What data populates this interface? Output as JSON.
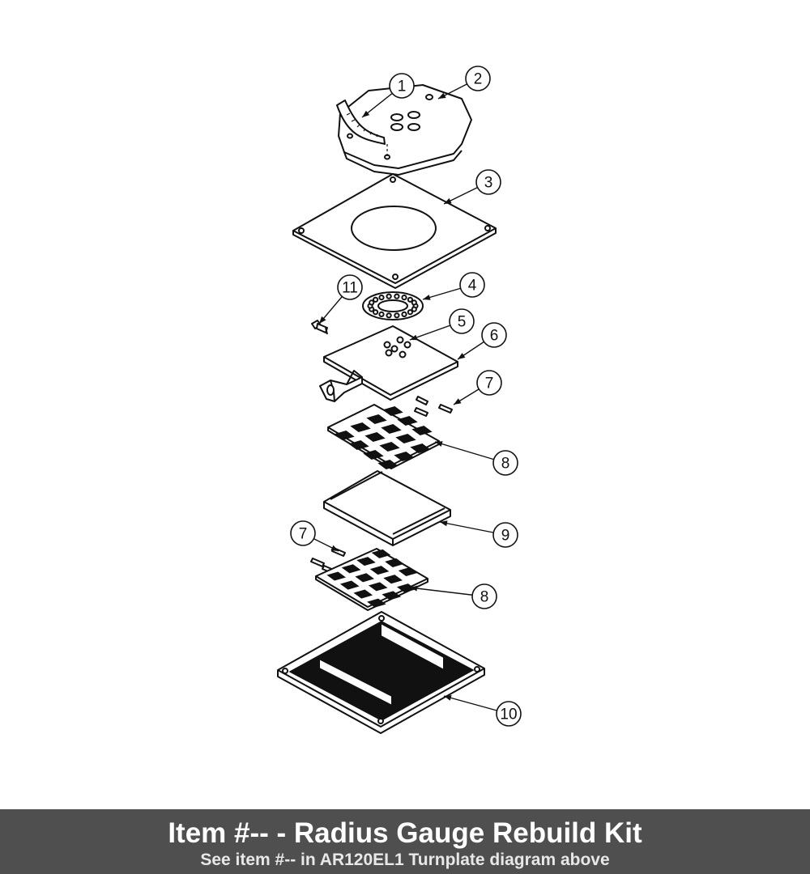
{
  "footer": {
    "title": "Item #-- - Radius Gauge Rebuild Kit",
    "subtitle": "See item #-- in AR120EL1 Turnplate diagram above"
  },
  "callouts": [
    "1",
    "2",
    "3",
    "4",
    "5",
    "6",
    "7",
    "8",
    "9",
    "7",
    "8",
    "10",
    "11"
  ],
  "colors": {
    "footer_bg": "#4f4f4f",
    "footer_text": "#ffffff",
    "line": "#111111"
  }
}
